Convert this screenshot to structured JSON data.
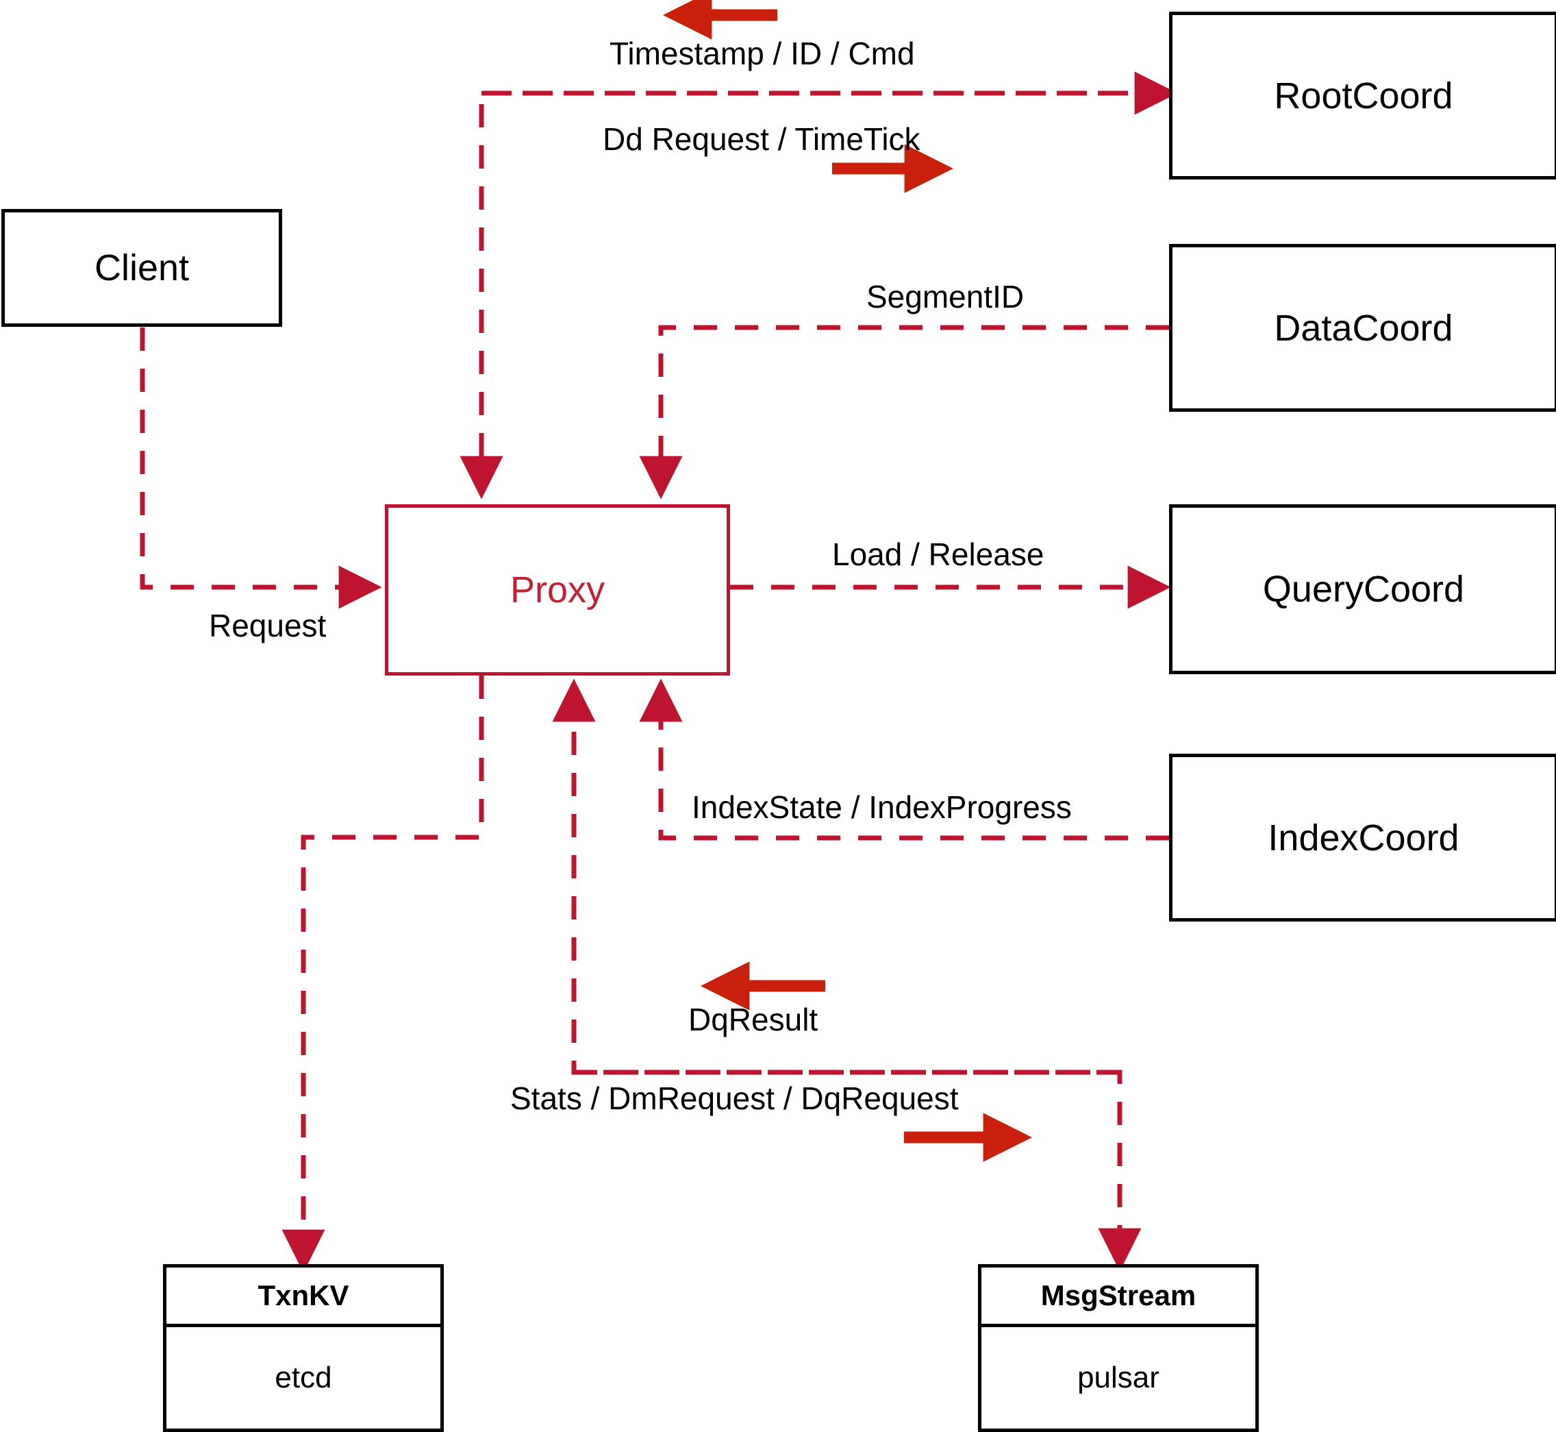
{
  "diagram": {
    "title": "Proxy component interaction diagram",
    "colors": {
      "dashed_line": "#BE1430",
      "solid_arrow": "#C8200C",
      "node_border": "#000000",
      "proxy_accent": "#C32032",
      "background": "#FFFFFF"
    }
  },
  "nodes": {
    "client": {
      "label": "Client"
    },
    "proxy": {
      "label": "Proxy"
    },
    "rootcoord": {
      "label": "RootCoord"
    },
    "datacoord": {
      "label": "DataCoord"
    },
    "querycoord": {
      "label": "QueryCoord"
    },
    "indexcoord": {
      "label": "IndexCoord"
    },
    "txnkv": {
      "title": "TxnKV",
      "impl": "etcd"
    },
    "msgstream": {
      "title": "MsgStream",
      "impl": "pulsar"
    }
  },
  "edge_labels": {
    "timestamp_id_cmd": "Timestamp / ID / Cmd",
    "dd_request_timetick": "Dd Request / TimeTick",
    "segment_id": "SegmentID",
    "request": "Request",
    "load_release": "Load / Release",
    "index_state_progress": "IndexState / IndexProgress",
    "dq_result": "DqResult",
    "stats_dm_dq_request": "Stats / DmRequest / DqRequest"
  }
}
